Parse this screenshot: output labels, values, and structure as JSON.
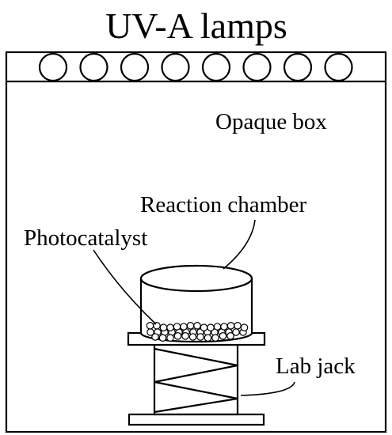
{
  "labels": {
    "title": "UV-A lamps",
    "box": "Opaque box",
    "chamber": "Reaction chamber",
    "catalyst": "Photocatalyst",
    "jack": "Lab jack"
  },
  "lamps": {
    "count": 8
  },
  "colors": {
    "line": "#000000",
    "background": "#ffffff"
  }
}
